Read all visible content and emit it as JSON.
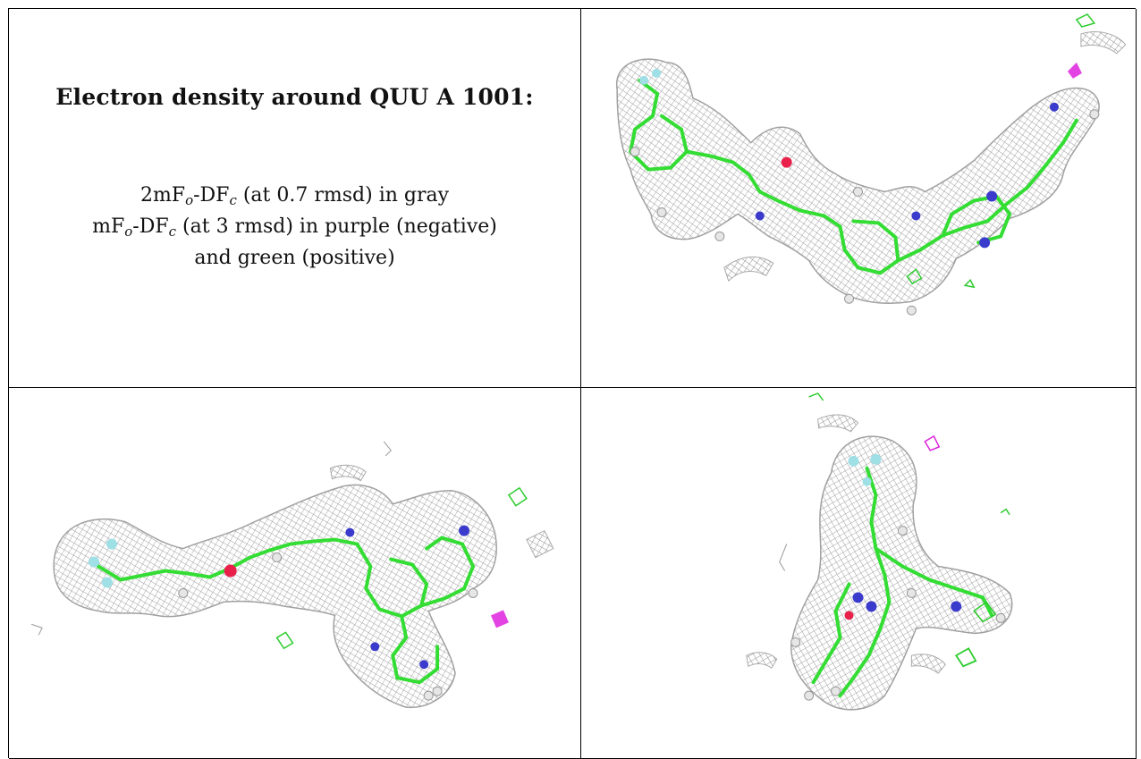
{
  "caption": {
    "title": "Electron density around QUU A 1001:",
    "line1_prefix": "2mF",
    "line1_sub_o": "o",
    "line1_mid": "-DF",
    "line1_sub_c": "c",
    "line1_suffix": " (at 0.7 rmsd) in gray",
    "line2_prefix": "mF",
    "line2_sub_o": "o",
    "line2_mid": "-DF",
    "line2_sub_c": "c",
    "line2_suffix": " (at 3 rmsd) in purple (negative)",
    "line3": "and green (positive)"
  },
  "colors": {
    "mesh_gray": "#9a9a9a",
    "carbon_green": "#33dd33",
    "nitrogen_blue": "#3a3acc",
    "oxygen_red": "#e8204a",
    "fluorine_cyan": "#9ee0e6",
    "negative_purple": "#dd22dd",
    "positive_green": "#2ecc2e"
  },
  "panels": [
    "density-view-top-right",
    "density-view-bottom-left",
    "density-view-bottom-right"
  ]
}
